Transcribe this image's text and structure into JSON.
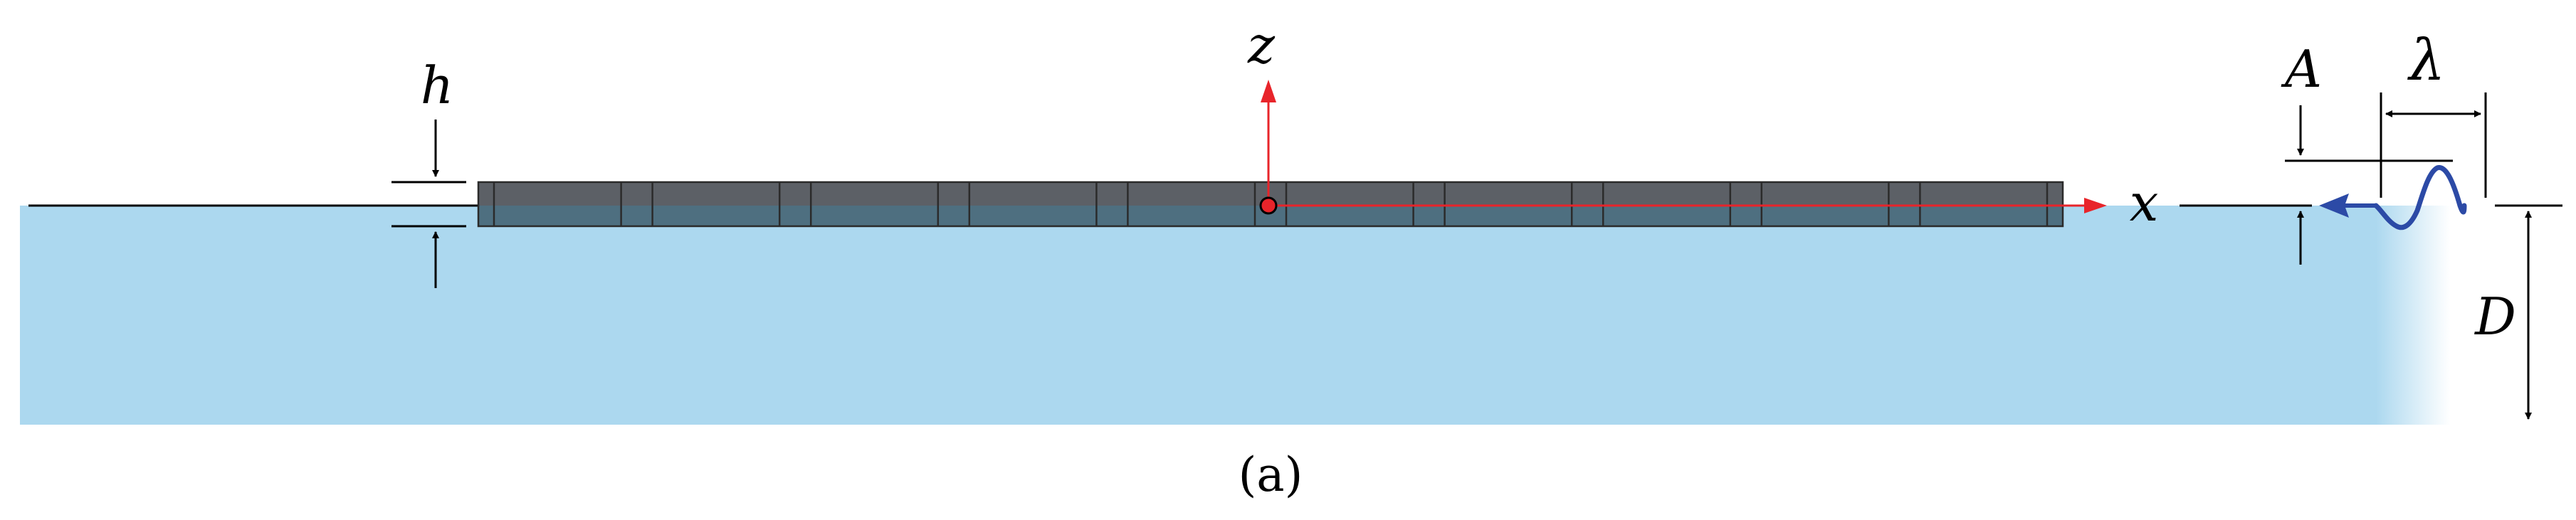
{
  "labels": {
    "plate_thickness": "h",
    "vertical_axis": "z",
    "horizontal_axis": "x",
    "wave_amplitude": "A",
    "wavelength": "λ",
    "water_depth": "D",
    "caption": "(a)"
  },
  "colors": {
    "water": "#acd8ef",
    "plate": "#5c6066",
    "plate_submerged": "#4e6f80",
    "axis": "#e8242a",
    "wave": "#2c4aa6",
    "dimension_lines": "#000000"
  },
  "plate": {
    "segment_count": 10
  }
}
